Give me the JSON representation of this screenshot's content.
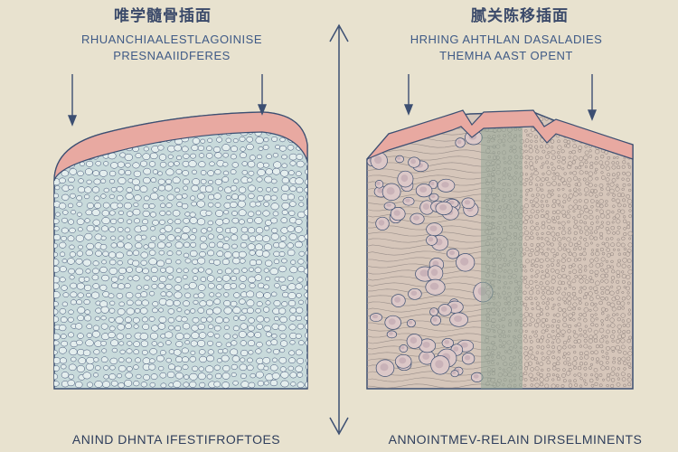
{
  "left_panel": {
    "title": "唯学髓骨插面",
    "subtitle_line1": "RHUANCHIAALESTLAGOINISE",
    "subtitle_line2": "PRESNAAIIDFERES",
    "footer": "ANIND DHNTA IFESTIFROFTOES"
  },
  "right_panel": {
    "title": "腻关陈移插面",
    "subtitle_line1": "HRHING AHTHLAN DASALADIES",
    "subtitle_line2": "THEMHA AAST OPENT",
    "footer": "ANNOINTMEV-RELAIN DIRSELMINENTS"
  },
  "colors": {
    "background": "#e8e2cf",
    "surface_layer": "#e8a9a1",
    "left_tissue": "#c8dadb",
    "right_tissue": "#d6c6ba",
    "center_band": "#8fa595",
    "line": "#3c4f72"
  }
}
